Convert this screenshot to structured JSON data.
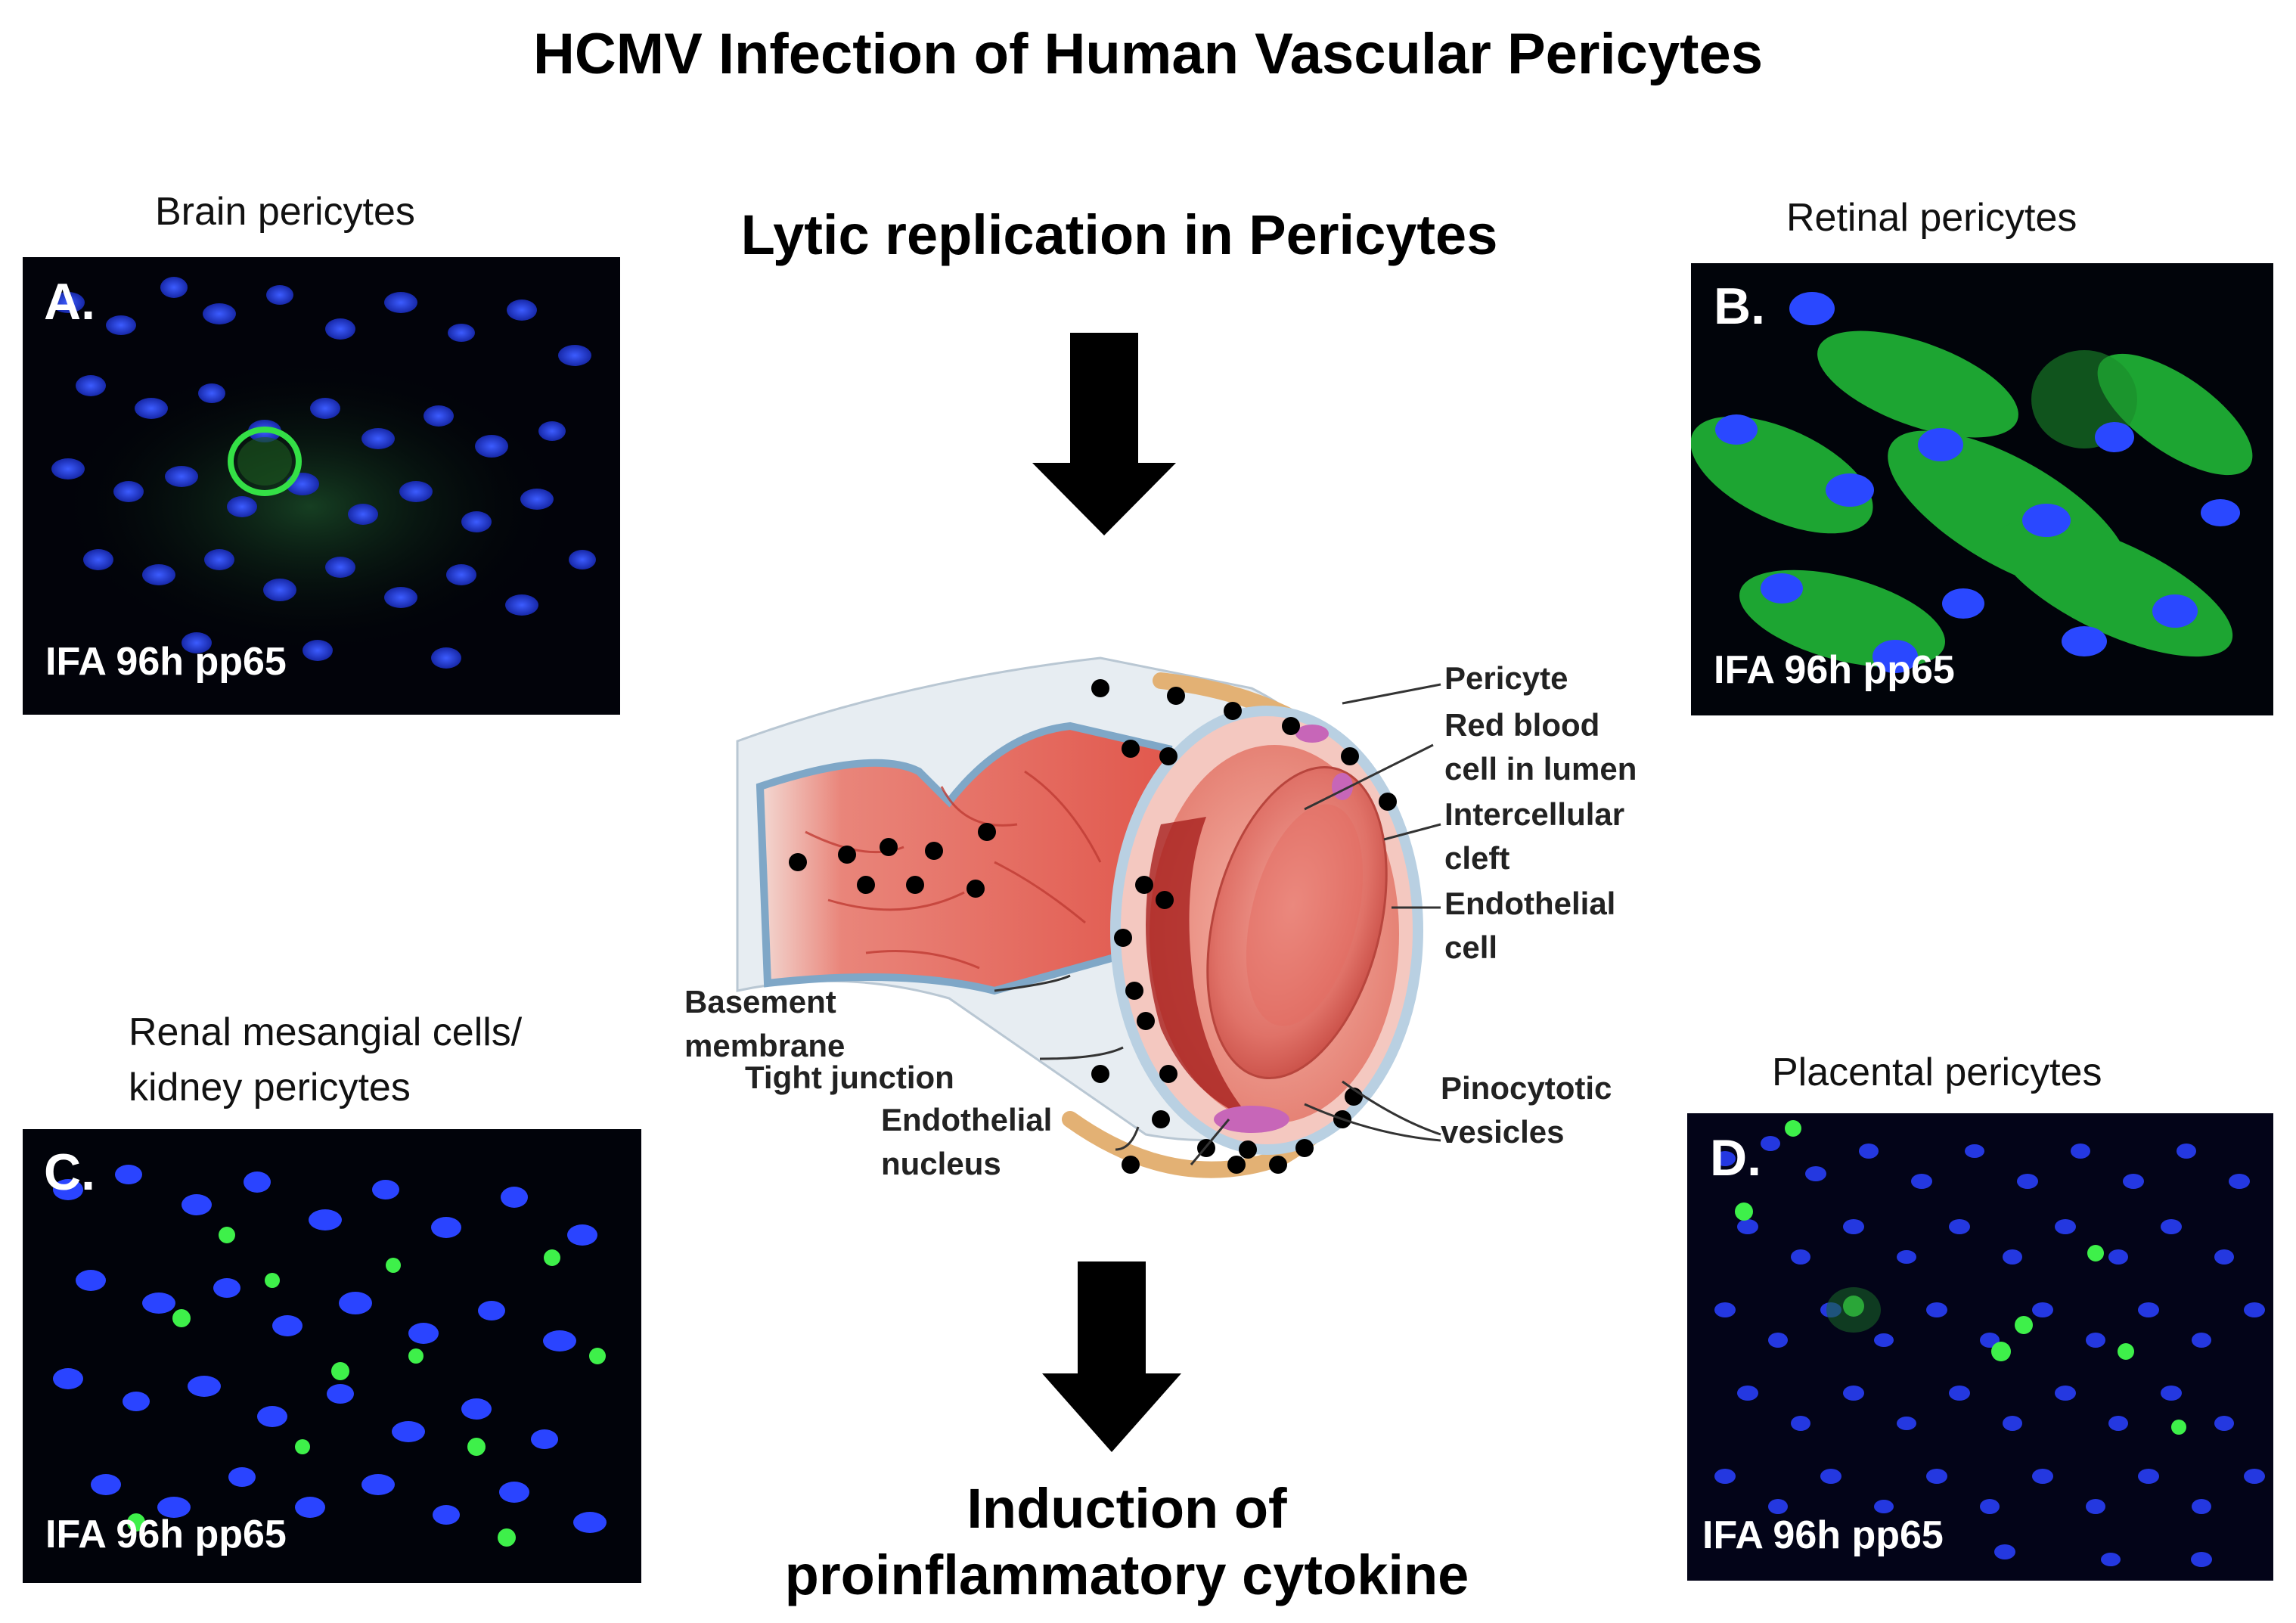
{
  "title": "HCMV Infection of Human Vascular Pericytes",
  "center": {
    "top_heading": "Lytic replication in Pericytes",
    "bottom_heading_line1": "Induction of",
    "bottom_heading_line2": "proinflammatory cytokine"
  },
  "panels": {
    "A": {
      "caption": "Brain pericytes",
      "letter": "A.",
      "stain": "IFA 96h pp65"
    },
    "B": {
      "caption": "Retinal pericytes",
      "letter": "B.",
      "stain": "IFA 96h pp65"
    },
    "C": {
      "caption_line1": "Renal mesangial cells/",
      "caption_line2": "kidney pericytes",
      "letter": "C.",
      "stain": "IFA 96h pp65"
    },
    "D": {
      "caption": "Placental pericytes",
      "letter": "D.",
      "stain": "IFA 96h pp65"
    }
  },
  "diagram_labels": {
    "pericyte": "Pericyte",
    "red_blood_cell_1": "Red blood",
    "red_blood_cell_2": "cell in lumen",
    "intercellular_1": "Intercellular",
    "intercellular_2": "cleft",
    "endothelial_cell_1": "Endothelial",
    "endothelial_cell_2": "cell",
    "basement_1": "Basement",
    "basement_2": "membrane",
    "tight_junction": "Tight junction",
    "endo_nucleus_1": "Endothelial",
    "endo_nucleus_2": "nucleus",
    "pinocytotic_1": "Pinocytotic",
    "pinocytotic_2": "vesicles"
  },
  "colors": {
    "nuclei_blue": "#1f3cff",
    "pp65_green": "#2bdc3a",
    "vessel_red": "#e0635a",
    "pericyte_tan": "#e3b174"
  }
}
